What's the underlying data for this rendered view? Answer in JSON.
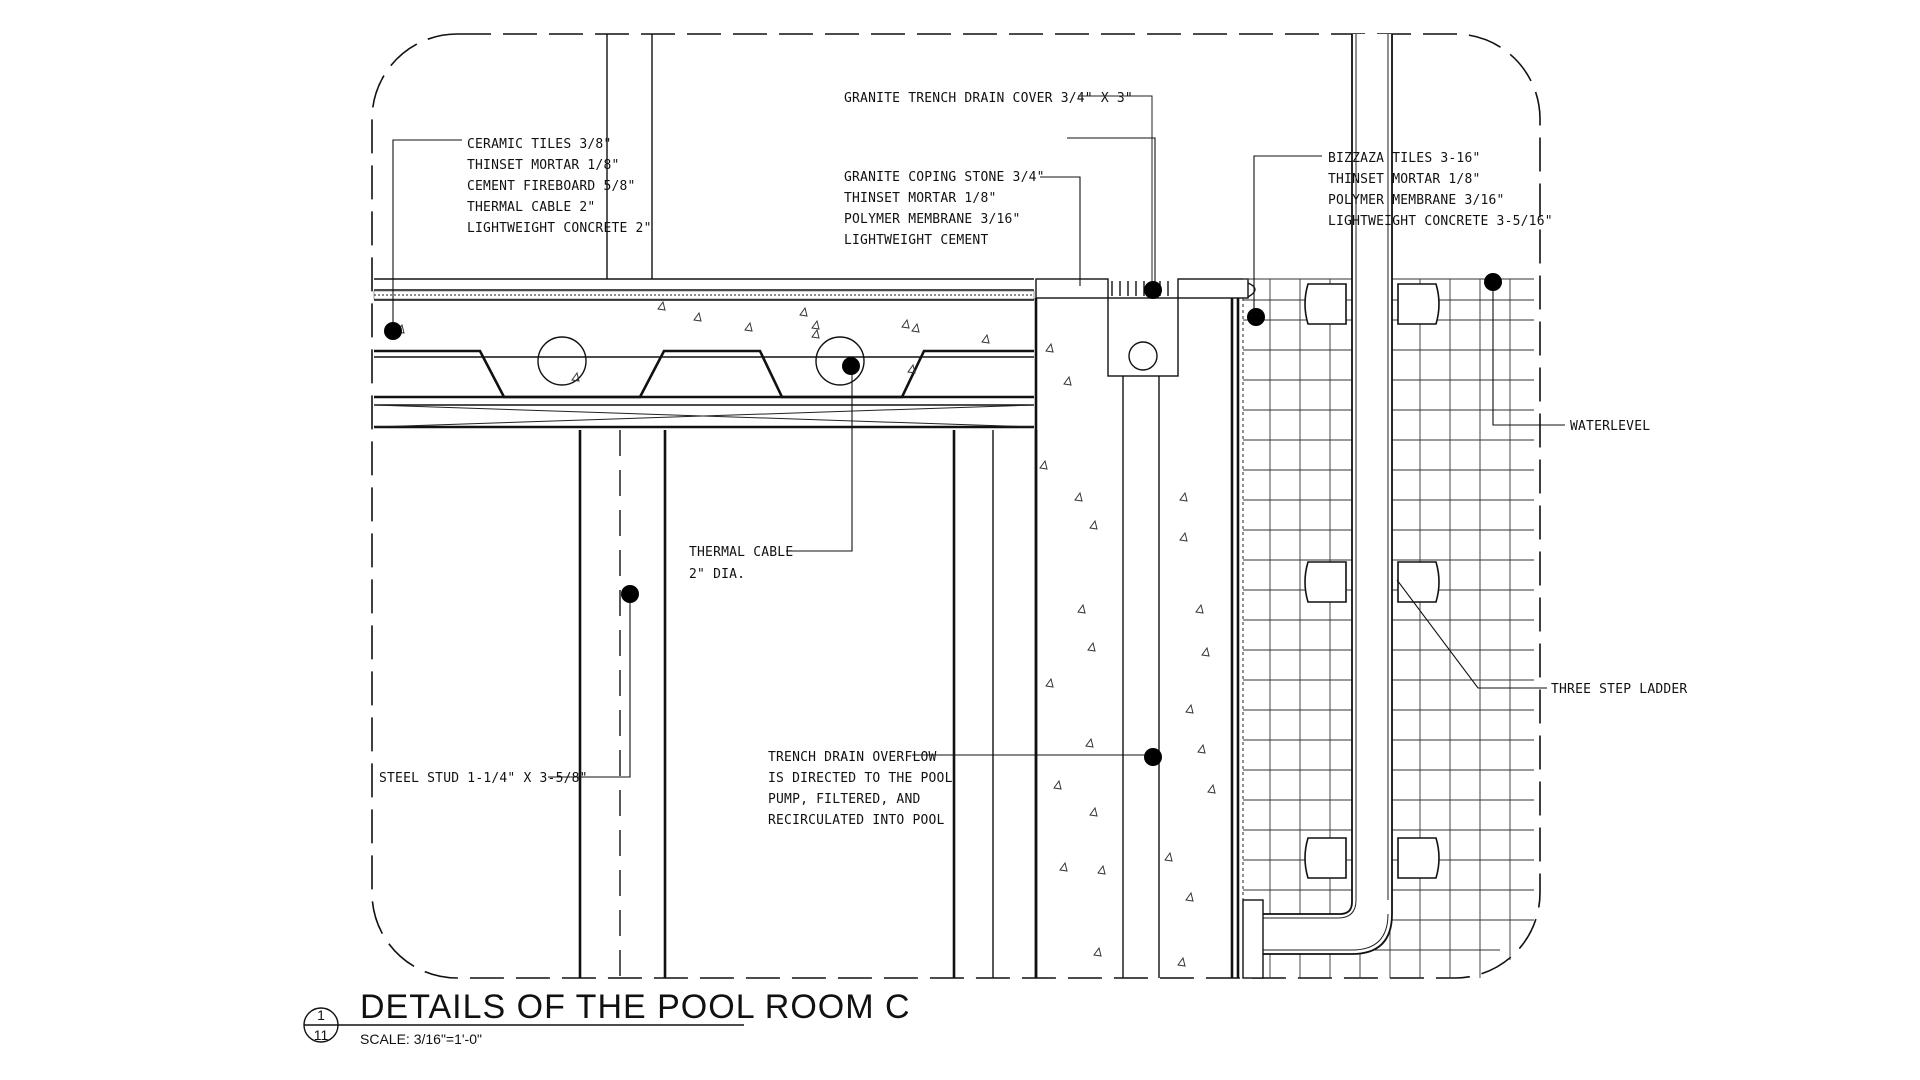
{
  "title": {
    "number": "1",
    "sheet": "11",
    "text": "DETAILS OF THE POOL ROOM C",
    "scale": "SCALE: 3/16\"=1'-0\""
  },
  "callouts": {
    "floor_assembly": [
      "CERAMIC TILES 3/8\"",
      "THINSET MORTAR 1/8\"",
      "CEMENT FIREBOARD 5/8\"",
      "THERMAL CABLE 2\"",
      "LIGHTWEIGHT CONCRETE 2\""
    ],
    "trench_cover": [
      "GRANITE TRENCH DRAIN COVER 3/4\" X 3\""
    ],
    "coping": [
      "GRANITE COPING STONE 3/4\"",
      "THINSET MORTAR 1/8\"",
      "POLYMER MEMBRANE 3/16\"",
      "LIGHTWEIGHT CEMENT"
    ],
    "pool_wall": [
      "BIZZAZA TILES 3-16\"",
      "THINSET MORTAR 1/8\"",
      "POLYMER MEMBRANE 3/16\"",
      "LIGHTWEIGHT CONCRETE 3-5/16\""
    ],
    "waterlevel": [
      "WATERLEVEL"
    ],
    "thermal_cable": [
      "THERMAL CABLE",
      "2\" DIA."
    ],
    "ladder": [
      "THREE STEP LADDER"
    ],
    "steel_stud": [
      "STEEL STUD 1-1/4\" X 3-5/8\""
    ],
    "overflow": [
      "TRENCH DRAIN OVERFLOW",
      "IS DIRECTED TO THE POOL",
      "PUMP, FILTERED, AND",
      "RECIRCULATED INTO POOL"
    ]
  }
}
